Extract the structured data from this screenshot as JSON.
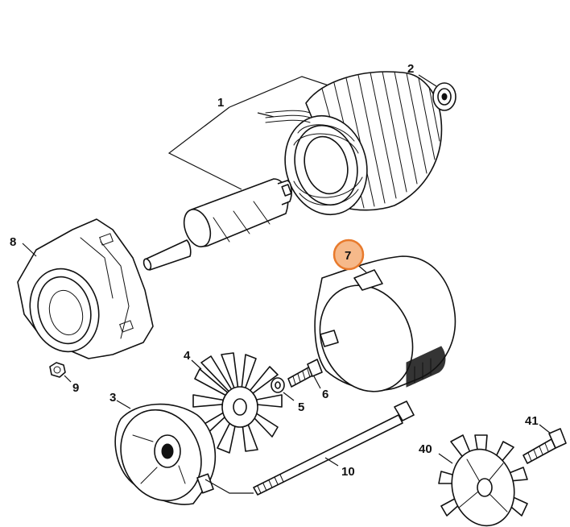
{
  "diagram": {
    "callouts": [
      {
        "id": "1",
        "label": "1"
      },
      {
        "id": "2",
        "label": "2"
      },
      {
        "id": "3",
        "label": "3"
      },
      {
        "id": "4",
        "label": "4"
      },
      {
        "id": "5",
        "label": "5"
      },
      {
        "id": "6",
        "label": "6"
      },
      {
        "id": "7",
        "label": "7",
        "highlighted": true
      },
      {
        "id": "8",
        "label": "8"
      },
      {
        "id": "9",
        "label": "9"
      },
      {
        "id": "10",
        "label": "10"
      },
      {
        "id": "40",
        "label": "40"
      },
      {
        "id": "41",
        "label": "41"
      }
    ],
    "highlight_color": "#e87a2c",
    "highlight_fill": "#f6b98a",
    "ink_color": "#111111"
  }
}
